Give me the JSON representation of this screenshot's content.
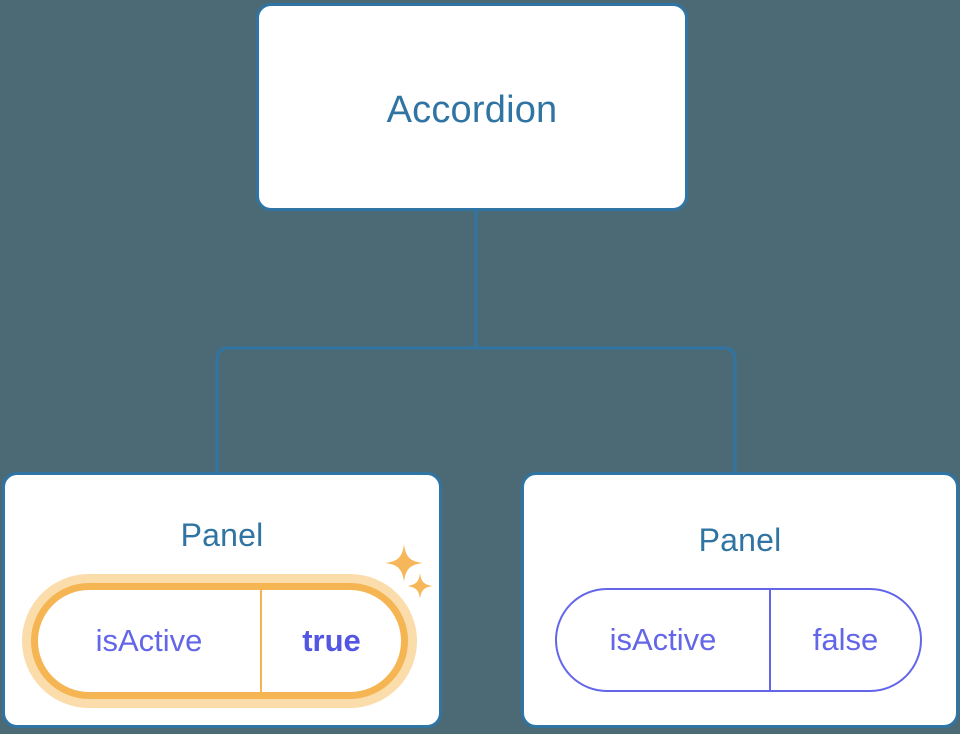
{
  "diagram": {
    "type": "component-tree",
    "background_color": "#4c6a75",
    "node_border_color": "#2f74a3",
    "node_title_color": "#2f74a3",
    "connector_color": "#2f74a3",
    "prop_color": "#6366e8",
    "highlight_color": "#f5b553",
    "highlight_glow_color": "#fbdcab",
    "root": {
      "title": "Accordion"
    },
    "children": [
      {
        "title": "Panel",
        "highlighted": true,
        "prop": {
          "key": "isActive",
          "value": "true"
        },
        "sparkles": [
          "sparkle-icon-large",
          "sparkle-icon-small"
        ]
      },
      {
        "title": "Panel",
        "highlighted": false,
        "prop": {
          "key": "isActive",
          "value": "false"
        }
      }
    ]
  }
}
